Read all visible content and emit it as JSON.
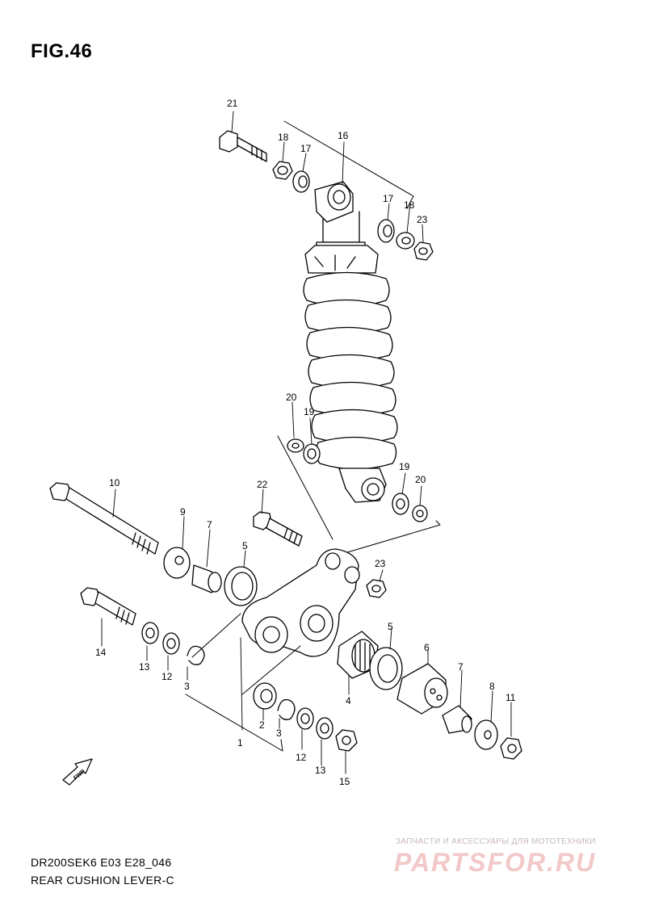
{
  "figure": {
    "title": "FIG.46"
  },
  "footer": {
    "model_code": "DR200SEK6 E03 E28_046",
    "section_name": "REAR CUSHION LEVER-C"
  },
  "watermark": {
    "caption": "ЗАПЧАСТИ И АКСЕССУАРЫ ДЛЯ МОТОТЕХНИКИ",
    "logo_text": "PARTSFOR.RU"
  },
  "direction_marker": {
    "label": "FWD"
  },
  "callouts": {
    "c21": "21",
    "c18a": "18",
    "c17a": "17",
    "c16": "16",
    "c17b": "17",
    "c18b": "18",
    "c23a": "23",
    "c20a": "20",
    "c19a": "19",
    "c19b": "19",
    "c20b": "20",
    "c10": "10",
    "c22": "22",
    "c9": "9",
    "c7a": "7",
    "c5a": "5",
    "c23b": "23",
    "c14": "14",
    "c13a": "13",
    "c12a": "12",
    "c3a": "3",
    "c5b": "5",
    "c6": "6",
    "c4": "4",
    "c7b": "7",
    "c8": "8",
    "c11": "11",
    "c2": "2",
    "c3b": "3",
    "c1": "1",
    "c12b": "12",
    "c13b": "13",
    "c15": "15"
  }
}
